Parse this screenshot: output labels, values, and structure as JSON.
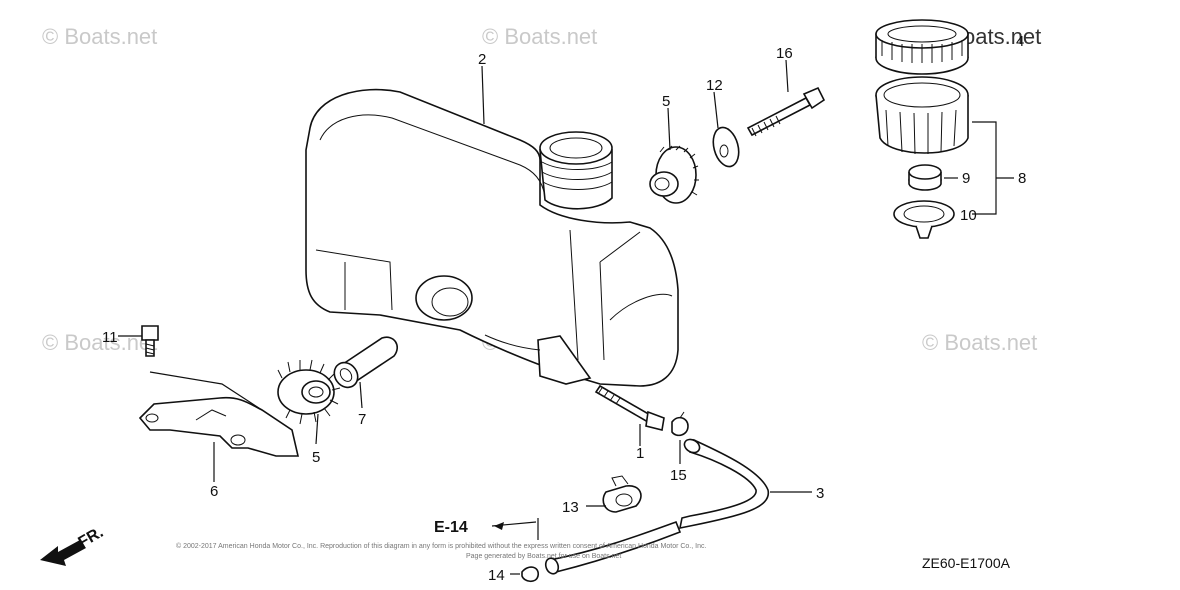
{
  "watermark": "© Boats.net",
  "part_numbers": [
    "1",
    "2",
    "3",
    "4",
    "5",
    "5",
    "6",
    "7",
    "8",
    "9",
    "10",
    "11",
    "12",
    "13",
    "14",
    "15",
    "16"
  ],
  "reference": "E-14",
  "front_marker": "FR.",
  "diagram_code": "ZE60-E1700A",
  "copyright_lines": [
    "© 2002-2017 American Honda Motor Co., Inc. Reproduction of this diagram in any form is prohibited without the express written consent of American Honda Motor Co., Inc.",
    "Page generated by Boats.net for use on Boats.net"
  ]
}
